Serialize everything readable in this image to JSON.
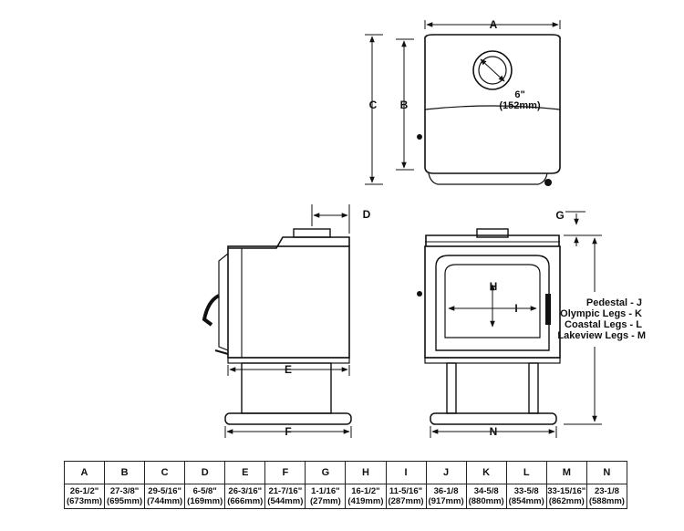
{
  "top_view": {
    "width_letter": "A",
    "depth_letter_outer": "C",
    "depth_letter_inner": "B",
    "flue_inch": "6\"",
    "flue_mm": "(152mm)"
  },
  "side_view": {
    "offset_letter": "D",
    "body_depth_letter": "E",
    "base_depth_letter": "F"
  },
  "front_view": {
    "top_letter": "G",
    "glass_height_letter": "H",
    "glass_width_letter": "I",
    "base_width_letter": "N",
    "leg_labels": [
      "Pedestal - J",
      "Olympic Legs - K",
      "Coastal Legs - L",
      "Lakeview Legs - M"
    ]
  },
  "table": {
    "headers": [
      "A",
      "B",
      "C",
      "D",
      "E",
      "F",
      "G",
      "H",
      "I",
      "J",
      "K",
      "L",
      "M",
      "N"
    ],
    "inches": [
      "26-1/2\"",
      "27-3/8\"",
      "29-5/16\"",
      "6-5/8\"",
      "26-3/16\"",
      "21-7/16\"",
      "1-1/16\"",
      "16-1/2\"",
      "11-5/16\"",
      "36-1/8",
      "34-5/8",
      "33-5/8",
      "33-15/16\"",
      "23-1/8"
    ],
    "mm": [
      "(673mm)",
      "(695mm)",
      "(744mm)",
      "(169mm)",
      "(666mm)",
      "(544mm)",
      "(27mm)",
      "(419mm)",
      "(287mm)",
      "(917mm)",
      "(880mm)",
      "(854mm)",
      "(862mm)",
      "(588mm)"
    ]
  }
}
